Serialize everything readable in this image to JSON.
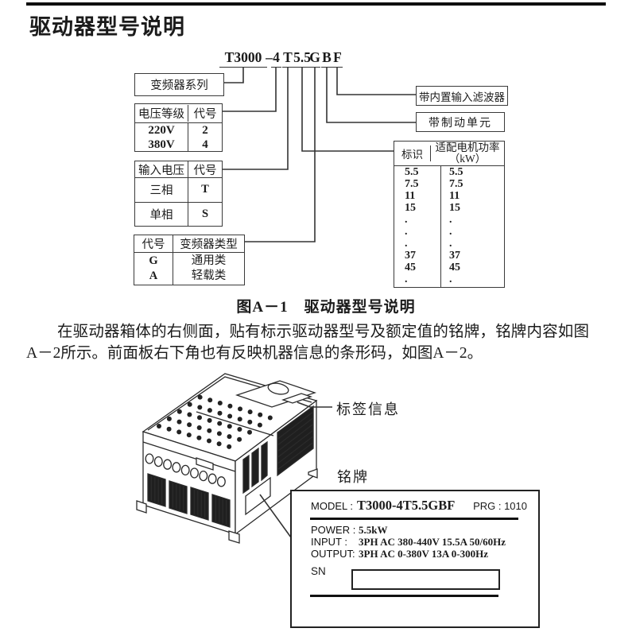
{
  "page": {
    "title": "驱动器型号说明"
  },
  "model_diagram": {
    "segments": [
      {
        "text": "T3000"
      },
      {
        "text": "–"
      },
      {
        "text": "4"
      },
      {
        "text": "T"
      },
      {
        "text": "5.5"
      },
      {
        "text": "G"
      },
      {
        "text": "B"
      },
      {
        "text": "F"
      }
    ],
    "series_box_label": "变频器系列",
    "voltage_table": {
      "headers": [
        "电压等级",
        "代号"
      ],
      "rows": [
        [
          "220V",
          "2"
        ],
        [
          "380V",
          "4"
        ]
      ]
    },
    "input_table": {
      "headers": [
        "输入电压",
        "代号"
      ],
      "rows": [
        [
          "三相",
          "T"
        ],
        [
          "单相",
          "S"
        ]
      ]
    },
    "type_table": {
      "headers": [
        "代号",
        "变频器类型"
      ],
      "rows": [
        [
          "G",
          "通用类"
        ],
        [
          "A",
          "轻载类"
        ]
      ]
    },
    "filter_box_label": "带内置输入滤波器",
    "brake_box_label": "带制动单元",
    "power_table": {
      "headers": [
        "标识",
        "适配电机功率（kW）"
      ],
      "id_column": [
        "5.5",
        "7.5",
        "11",
        "15",
        ".",
        ".",
        ".",
        "37",
        "45",
        "."
      ],
      "power_column": [
        "5.5",
        "7.5",
        "11",
        "15",
        ".",
        ".",
        ".",
        "37",
        "45",
        "."
      ]
    }
  },
  "caption": "图A－1　驱动器型号说明",
  "body_text": "在驱动器箱体的右侧面，贴有标示驱动器型号及额定值的铭牌，铭牌内容如图A－2所示。前面板右下角也有反映机器信息的条形码，如图A－2。",
  "figure": {
    "label_info": "标签信息",
    "nameplate_title": "铭牌",
    "nameplate": {
      "model_label": "MODEL :",
      "model_value": "T3000-4T5.5GBF",
      "prg_text": "PRG : 1010",
      "rows": [
        {
          "label": "POWER :",
          "value": "5.5kW"
        },
        {
          "label": "INPUT :",
          "value": "3PH AC 380-440V 15.5A 50/60Hz"
        },
        {
          "label": "OUTPUT:",
          "value": "3PH AC 0-380V 13A 0-300Hz"
        }
      ],
      "sn_label": "SN"
    }
  }
}
